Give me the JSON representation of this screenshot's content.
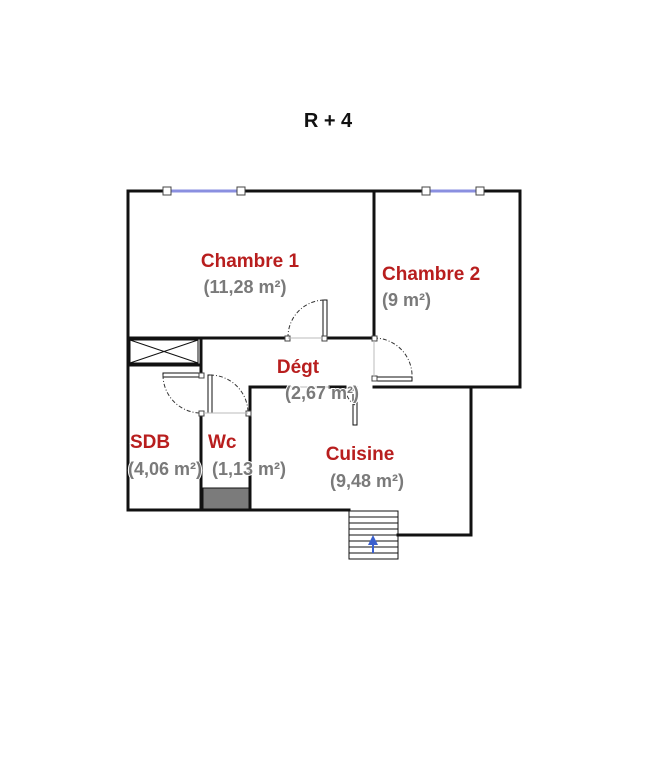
{
  "plan": {
    "title": "R + 4",
    "colors": {
      "wall": "#111111",
      "room_name": "#b81e1e",
      "room_area": "#7a7a7a",
      "window_glass": "#8a8fe0",
      "stair_arrow": "#3a5fcd",
      "wc_block": "#7b7b7b"
    },
    "rooms": {
      "chambre1": {
        "name": "Chambre 1",
        "area": "(11,28 m²)"
      },
      "chambre2": {
        "name": "Chambre 2",
        "area": "(9 m²)"
      },
      "degt": {
        "name": "Dégt",
        "area": "(2,67 m²)"
      },
      "sdb": {
        "name": "SDB",
        "area": "(4,06 m²)"
      },
      "wc": {
        "name": "Wc",
        "area": "(1,13 m²)"
      },
      "cuisine": {
        "name": "Cuisine",
        "area": "(9,48 m²)"
      }
    }
  }
}
